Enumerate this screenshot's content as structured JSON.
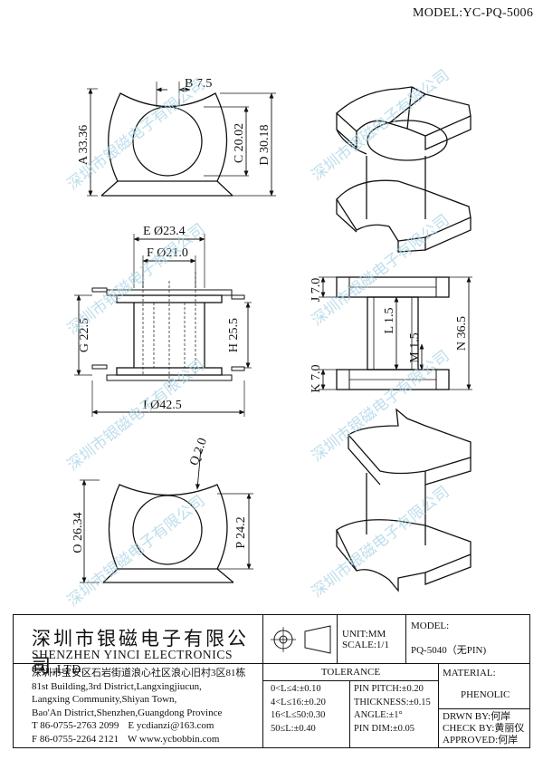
{
  "header": {
    "model_code": "MODEL:YC-PQ-5006"
  },
  "dimensions": {
    "top_view": {
      "A": "A 33.36",
      "B": "B 7.5",
      "C": "C 20.02",
      "D": "D 30.18"
    },
    "front_view": {
      "E": "E Ø23.4",
      "F": "F Ø21.0",
      "G": "G 22.5",
      "H": "H 25.5",
      "I": "I Ø42.5"
    },
    "side_view": {
      "J": "J 7.0",
      "K": "K 7.0",
      "L": "L 1.5",
      "M": "M 1.5",
      "N": "N 36.5"
    },
    "bottom_view": {
      "O": "O 26.34",
      "P": "P 24.2",
      "Q": "Q 2.0"
    }
  },
  "watermark": {
    "text": "深圳市银磁电子有限公司"
  },
  "title_block": {
    "company_cn": "深圳市银磁电子有限公司",
    "company_en": "SHENZHEN YINCI ELECTRONICS CO.,LTD.",
    "unit": "UNIT:MM",
    "scale": "SCALE:1/1",
    "model_label": "MODEL:",
    "model_value": "PQ-5040（无PIN)",
    "address_lines": [
      "深圳市宝安区石岩街道浪心社区浪心旧村3区81栋",
      "81st Building,3rd District,Langxingjiucun,",
      "Langxing Community,Shiyan Town,",
      "Bao'An District,Shenzhen,Guangdong Province"
    ],
    "tel": "T 86-0755-2763 2099",
    "email": "E ycdianzi@163.com",
    "fax": "F 86-0755-2264 2121",
    "web": "W www.ycbobbin.com",
    "tolerance_title": "TOLERANCE",
    "tolerances_left": [
      "0<L≤4:±0.10",
      "4<L≤16:±0.20",
      "16<L≤50:0.30",
      "50≤L:±0.40"
    ],
    "tolerances_right": [
      "PIN PITCH:±0.20",
      "THICKNESS:±0.15",
      "ANGLE:±1°",
      "PIN DIM:±0.05"
    ],
    "material_label": "MATERIAL:",
    "material_value": "PHENOLIC",
    "drawn_by": "DRWN BY:何岸",
    "checked_by": "CHECK BY:黄丽仪",
    "approved_by": "APPROVED:何岸"
  }
}
